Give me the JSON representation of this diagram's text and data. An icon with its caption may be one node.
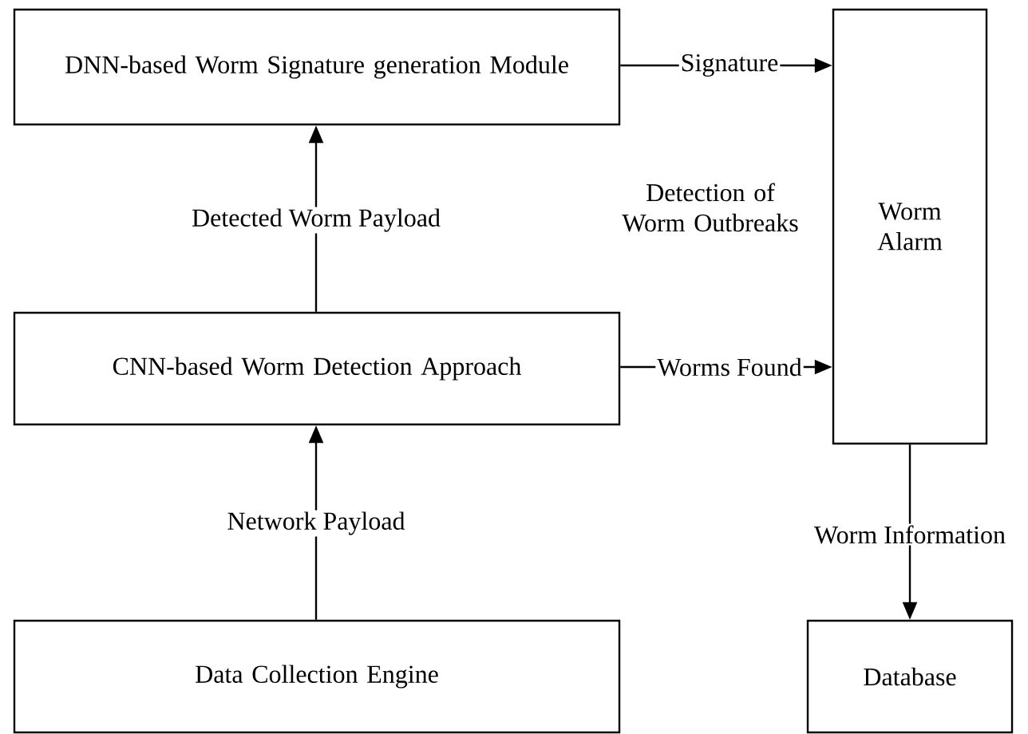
{
  "diagram": {
    "nodes": [
      {
        "text": [
          "DNN-based Worm Signature generation Module"
        ]
      },
      {
        "text": [
          "CNN-based Worm Detection Approach"
        ]
      },
      {
        "text": [
          "Data Collection Engine"
        ]
      },
      {
        "text": [
          "Worm Alarm"
        ]
      },
      {
        "text": [
          "Database"
        ]
      }
    ],
    "edges": [
      {
        "from": 1,
        "to": 0,
        "arrow": "to",
        "label": "Detected Worm Payload"
      },
      {
        "from": 2,
        "to": 1,
        "arrow": "to",
        "label": "Network Payload"
      },
      {
        "from": 0,
        "to": 3,
        "arrow": "to",
        "label": "Signature"
      },
      {
        "from": 1,
        "to": 3,
        "arrow": "to",
        "label": "Worms Found"
      },
      {
        "from": 3,
        "to": 4,
        "arrow": "to",
        "label": "Worm Information"
      }
    ],
    "labels": [
      "Detection of Worm Outbreaks"
    ]
  }
}
